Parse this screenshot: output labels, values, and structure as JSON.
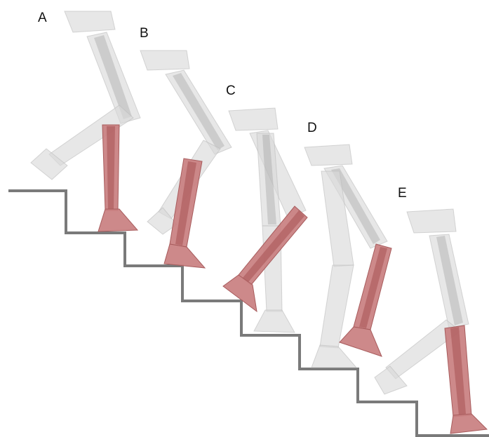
{
  "figure": {
    "phase_labels": [
      "A",
      "B",
      "C",
      "D",
      "E"
    ]
  },
  "colors": {
    "highlight_leg": "#c97f80",
    "ghost_segments": "#d9d9d9",
    "stairs": "#7a7a7a"
  }
}
